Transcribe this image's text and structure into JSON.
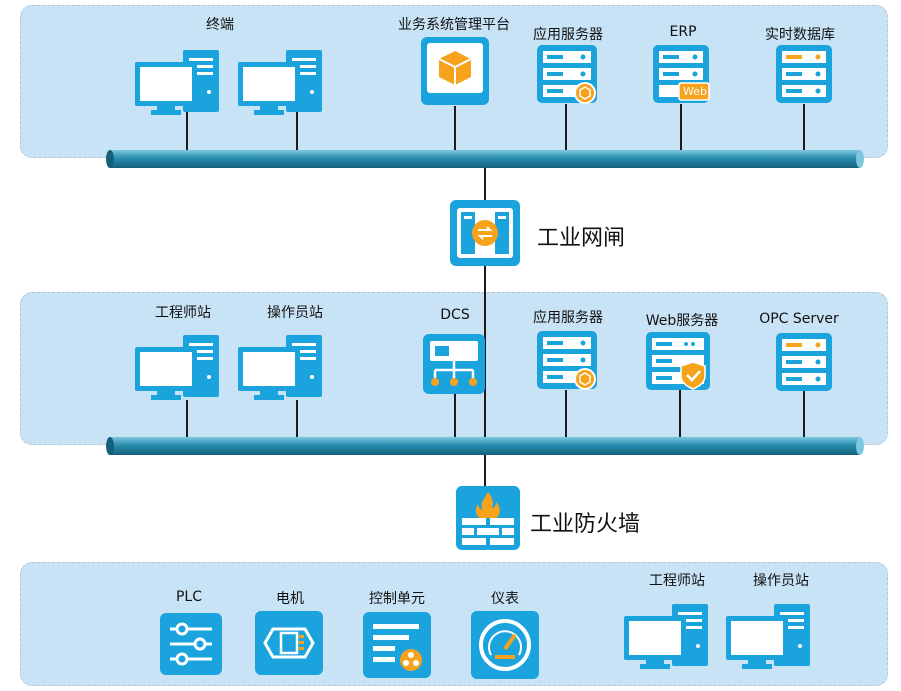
{
  "zones": {
    "enterprise": {
      "terminal": "终端",
      "mgmt": "业务系统管理平台",
      "appserver": "应用服务器",
      "erp": "ERP",
      "rtdb": "实时数据库",
      "web_badge": "Web"
    },
    "gateway_label": "工业网闸",
    "control": {
      "engineer": "工程师站",
      "operator": "操作员站",
      "dcs": "DCS",
      "appserver": "应用服务器",
      "webserver": "Web服务器",
      "opc": "OPC Server"
    },
    "firewall_label": "工业防火墙",
    "field": {
      "plc": "PLC",
      "motor": "电机",
      "cu": "控制单元",
      "meter": "仪表",
      "engineer": "工程师站",
      "operator": "操作员站"
    }
  },
  "colors": {
    "zone_bg": "#c9e3f6",
    "device_blue": "#1aa3dc",
    "accent_orange": "#f7a21b",
    "bus": "#2a8eb0"
  }
}
